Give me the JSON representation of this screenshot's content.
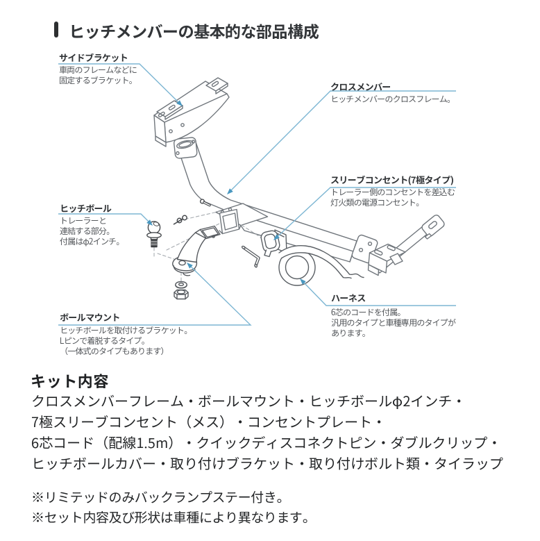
{
  "header": {
    "title": "ヒッチメンバーの基本的な部品構成"
  },
  "diagram": {
    "leader_color": "#7db6d3",
    "arrow_color": "#4a98c0",
    "line_color": "#70767c",
    "parts": {
      "side_bracket": {
        "label": "サイドブラケット",
        "desc": [
          "車両のフレームなどに",
          "固定するブラケット。"
        ]
      },
      "cross_member": {
        "label": "クロスメンバー",
        "desc": [
          "ヒッチメンバーのクロスフレーム。"
        ]
      },
      "sleeve_outlet": {
        "label": "スリーブコンセント(7極タイプ)",
        "desc": [
          "トレーラー側のコンセントを差込む",
          "灯火類の電源コンセント。"
        ]
      },
      "hitch_ball": {
        "label": "ヒッチボール",
        "desc": [
          "トレーラーと",
          "連結する部分。",
          "付属はφ2インチ。"
        ]
      },
      "ball_mount": {
        "label": "ボールマウント",
        "desc": [
          "ヒッチボールを取付けるブラケット。",
          "Lピンで着脱するタイプ。",
          "（一体式のタイプもあります）"
        ]
      },
      "harness": {
        "label": "ハーネス",
        "desc": [
          "6芯のコードを付属。",
          "汎用のタイプと車種専用のタイプが",
          "あります。"
        ]
      }
    }
  },
  "kit": {
    "heading": "キット内容",
    "lines": [
      "クロスメンバーフレーム・ボールマウント・ヒッチボールφ2インチ・",
      "7極スリーブコンセント（メス）・コンセントプレート・",
      "6芯コード（配線1.5m）・クイックディスコネクトピン・ダブルクリップ・",
      "ヒッチボールカバー・取り付けブラケット・取り付けボルト類・タイラップ"
    ],
    "notes": [
      "※リミテッドのみバックランプステー付き。",
      "※セット内容及び形状は車種により異なります。"
    ]
  }
}
